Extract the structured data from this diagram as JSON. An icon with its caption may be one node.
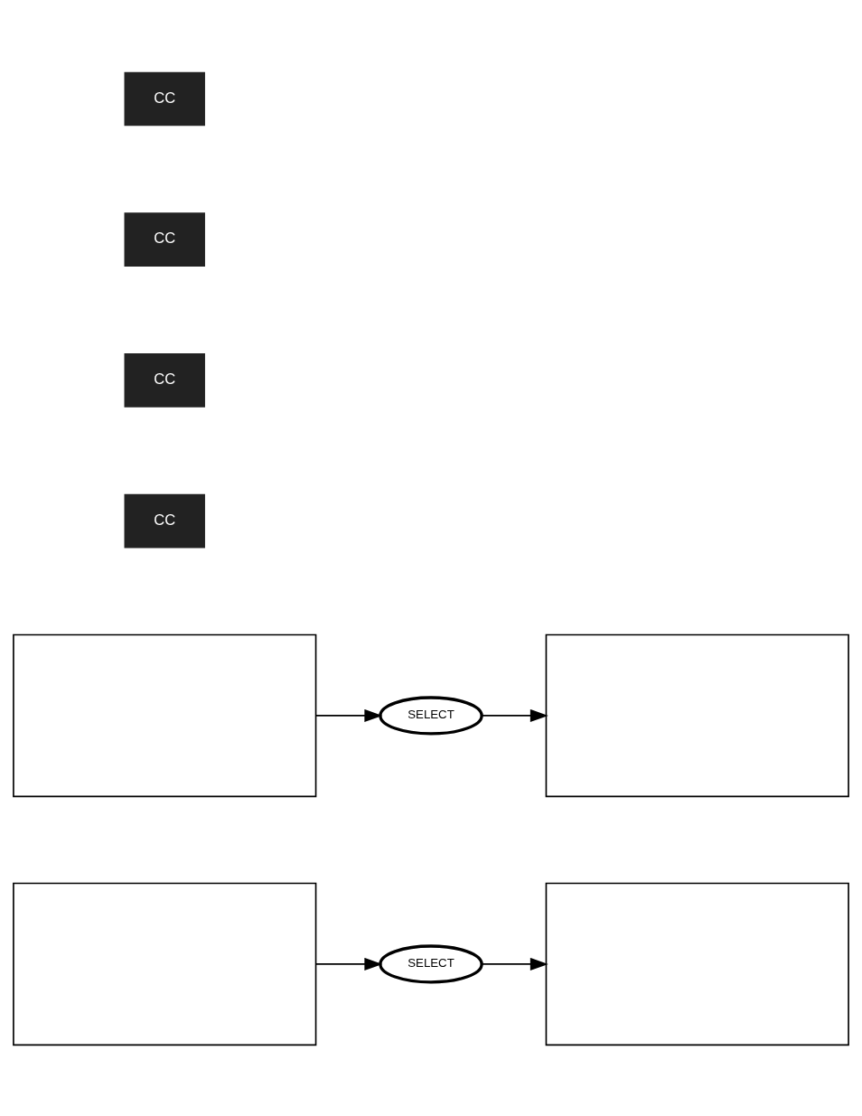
{
  "diagram": {
    "nodes": [
      {
        "text": [],
        "shape": "box"
      },
      {
        "text": [
          "SELECT"
        ]
      },
      {
        "text": [],
        "shape": "box"
      },
      {
        "text": [],
        "shape": "box"
      },
      {
        "text": [
          "SELECT"
        ]
      },
      {
        "text": [],
        "shape": "box"
      }
    ],
    "edges": [
      {
        "from": 0,
        "to": 1,
        "arrow": "to"
      },
      {
        "from": 1,
        "to": 2,
        "arrow": "to"
      },
      {
        "from": 3,
        "to": 4,
        "arrow": "to"
      },
      {
        "from": 4,
        "to": 5,
        "arrow": "to"
      }
    ],
    "labels": [
      "CC",
      "CC",
      "CC",
      "CC"
    ]
  }
}
